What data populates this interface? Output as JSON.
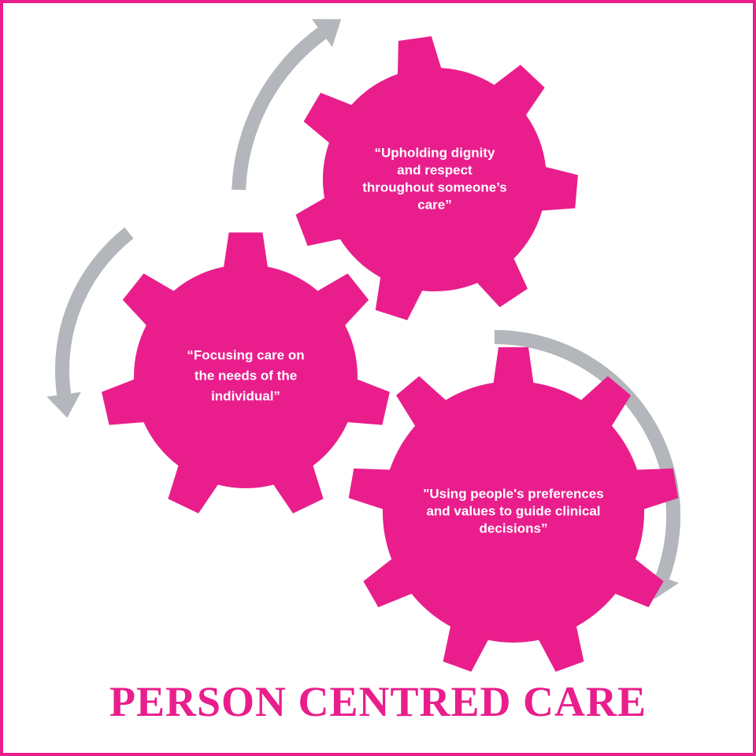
{
  "colors": {
    "gear": "#e91e8c",
    "arrow": "#b3b6bb",
    "text": "#ffffff",
    "title": "#e91e8c",
    "border": "#e91e8c"
  },
  "title": "PERSON CENTRED CARE",
  "gears": [
    {
      "id": "top",
      "lines": [
        "“Upholding dignity",
        "and respect",
        "throughout someone’s",
        "care”"
      ]
    },
    {
      "id": "left",
      "lines": [
        "“Focusing care on",
        "the needs of the",
        "individual”"
      ]
    },
    {
      "id": "right",
      "lines": [
        "\"Using people's preferences",
        "and values to guide clinical",
        "decisions”"
      ]
    }
  ],
  "arrows": [
    {
      "id": "top-left-arrow",
      "direction": "clockwise"
    },
    {
      "id": "left-arrow",
      "direction": "counter-clockwise"
    },
    {
      "id": "right-arrow",
      "direction": "clockwise"
    }
  ]
}
